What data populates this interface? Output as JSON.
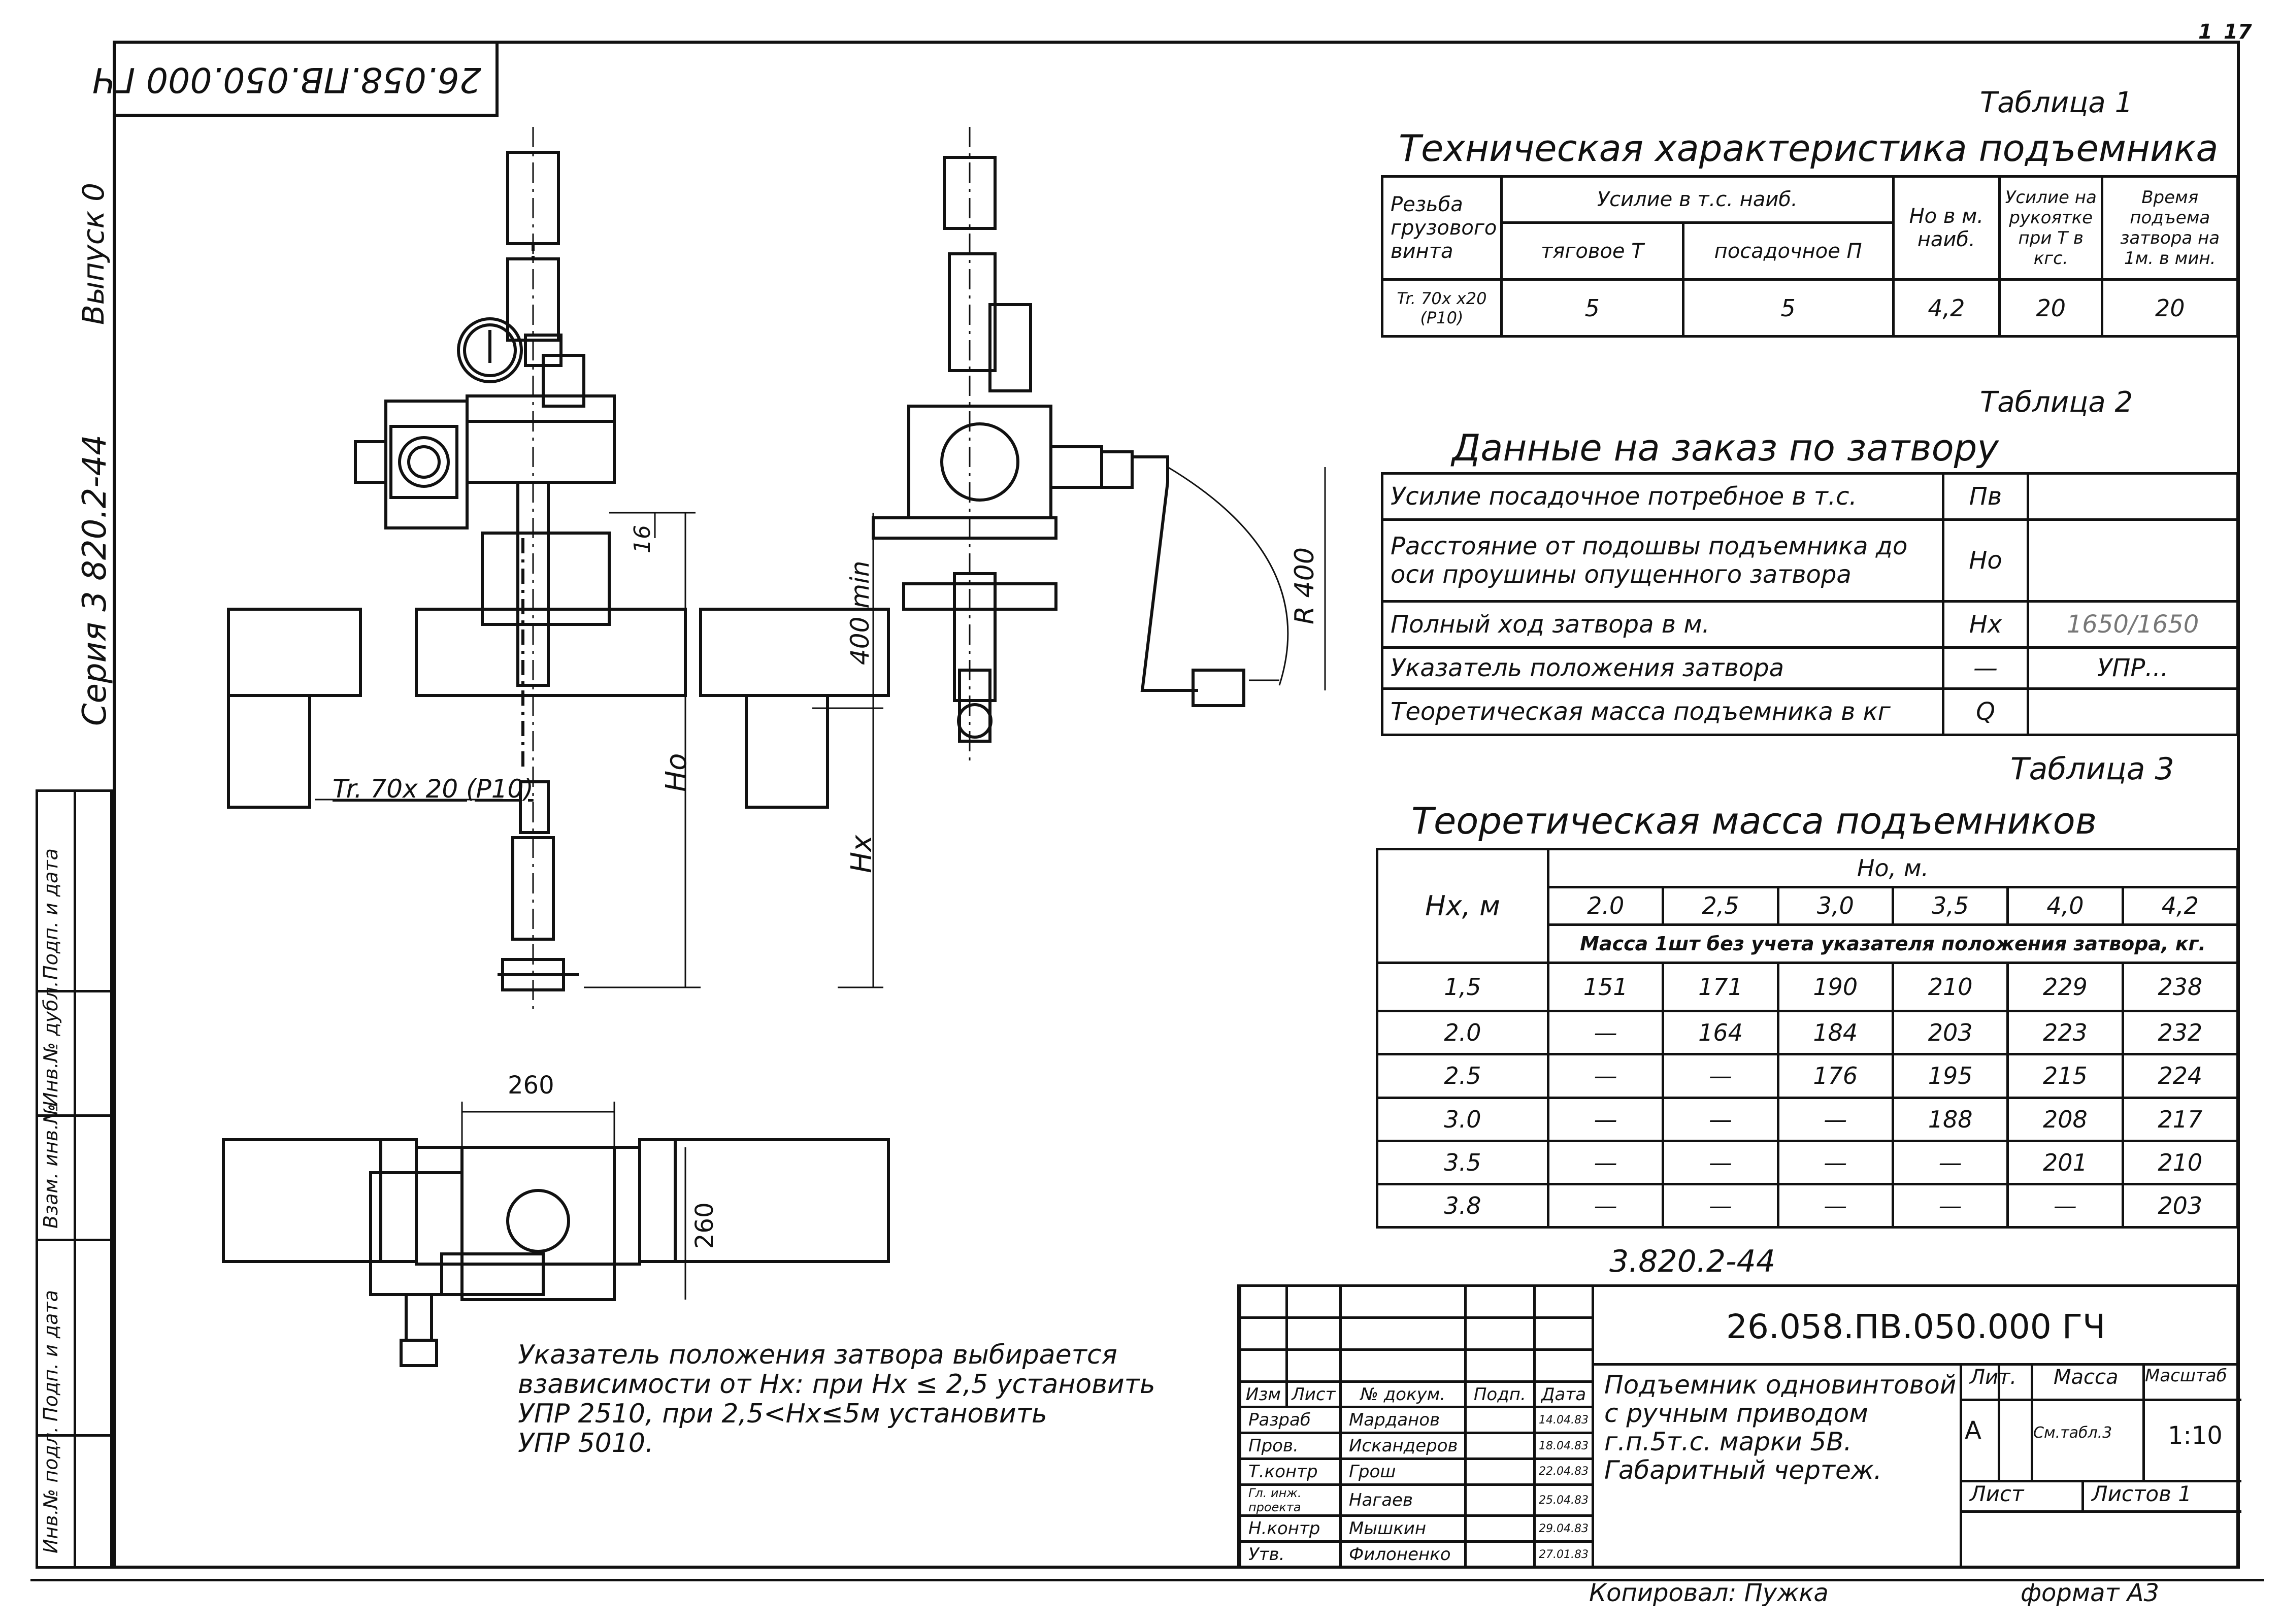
{
  "sheet": {
    "page_no": "1",
    "page_corner": "17",
    "rotated_code": "26.058.ПВ.050.000 ГЧ",
    "series": "Серия 3 820.2-44",
    "issue": "Выпуск 0",
    "left_strip": [
      "Инв.№ подл.",
      "Подп. и дата",
      "Взам. инв.№",
      "Инв.№ дубл.",
      "Подп. и дата"
    ]
  },
  "drawing_labels": {
    "thread": "Tr. 70x 20 (P10)",
    "dim_16": "16",
    "dim_400min": "400 min",
    "ho": "Ho",
    "hx": "Hx",
    "r400": "R 400",
    "dim_260_top": "260",
    "dim_260_side": "260"
  },
  "note": {
    "lines": [
      "Указатель положения затвора выбирается",
      "взависимости от Hx: при Hx ≤ 2,5 установить",
      "УПР 2510, при 2,5<Hx≤5м установить",
      "УПР 5010."
    ]
  },
  "table1": {
    "caption": "Таблица 1",
    "title": "Техническая характеристика подъемника",
    "h_thread": "Резьба грузового винта",
    "h_force": "Усилие в т.с. наиб.",
    "h_pull": "тяговое Т",
    "h_seat": "посадочное П",
    "h_ho": "Ho в м. наиб.",
    "h_handle": "Усилие на рукоятке при Т в кгс.",
    "h_time": "Время подъема затвора на 1м. в мин.",
    "row": [
      "Tr. 70x x20 (P10)",
      "5",
      "5",
      "4,2",
      "20",
      "20"
    ]
  },
  "table2": {
    "caption": "Таблица 2",
    "title": "Данные на заказ по затвору",
    "rows": [
      {
        "label": "Усилие посадочное потребное в т.с.",
        "sym": "Пв",
        "value": ""
      },
      {
        "label": "Расстояние от подошвы подъемника до оси проушины опущенного затвора",
        "sym": "Ho",
        "value": ""
      },
      {
        "label": "Полный ход затвора в м.",
        "sym": "Hx",
        "value": "1650/1650"
      },
      {
        "label": "Указатель положения затвора",
        "sym": "—",
        "value": "УПР..."
      },
      {
        "label": "Теоретическая масса подъемника в кг",
        "sym": "Q",
        "value": ""
      }
    ]
  },
  "table3": {
    "caption": "Таблица 3",
    "title": "Теоретическая масса подъемников",
    "h_hx": "Hx, м",
    "h_ho": "Ho, м.",
    "ho_values": [
      "2.0",
      "2,5",
      "3,0",
      "3,5",
      "4,0",
      "4,2"
    ],
    "subheader": "Масса 1шт без учета указателя положения затвора, кг.",
    "rows": [
      [
        "1,5",
        "151",
        "171",
        "190",
        "210",
        "229",
        "238"
      ],
      [
        "2.0",
        "—",
        "164",
        "184",
        "203",
        "223",
        "232"
      ],
      [
        "2.5",
        "—",
        "—",
        "176",
        "195",
        "215",
        "224"
      ],
      [
        "3.0",
        "—",
        "—",
        "—",
        "188",
        "208",
        "217"
      ],
      [
        "3.5",
        "—",
        "—",
        "—",
        "—",
        "201",
        "210"
      ],
      [
        "3.8",
        "—",
        "—",
        "—",
        "—",
        "—",
        "203"
      ]
    ]
  },
  "title_block": {
    "series_code": "3.820.2-44",
    "doc_code": "26.058.ПВ.050.000 ГЧ",
    "name_lines": [
      "Подъемник одновинтовой",
      "с ручным приводом",
      "г.п.5т.с. марки 5В.",
      "Габаритный чертеж."
    ],
    "col_headers": [
      "Изм",
      "Лист",
      "№ докум.",
      "Подп.",
      "Дата"
    ],
    "signers": [
      {
        "role": "Разраб",
        "name": "Марданов",
        "date": "14.04.83"
      },
      {
        "role": "Пров.",
        "name": "Искандеров",
        "date": "18.04.83"
      },
      {
        "role": "Т.контр",
        "name": "Грош",
        "date": "22.04.83"
      },
      {
        "role": "Гл. инж. проекта",
        "name": "Нагаев",
        "date": "25.04.83"
      },
      {
        "role": "Н.контр",
        "name": "Мышкин",
        "date": "29.04.83"
      },
      {
        "role": "Утв.",
        "name": "Филоненко",
        "date": "27.01.83"
      }
    ],
    "lit_label": "Лит.",
    "lit_value": "А",
    "mass_label": "Масса",
    "mass_value": "См.табл.3",
    "scale_label": "Масштаб",
    "scale_value": "1:10",
    "sheet_label": "Лист",
    "sheets_label": "Листов 1"
  },
  "footer": {
    "copied": "Копировал: Пужка",
    "format": "формат А3"
  }
}
